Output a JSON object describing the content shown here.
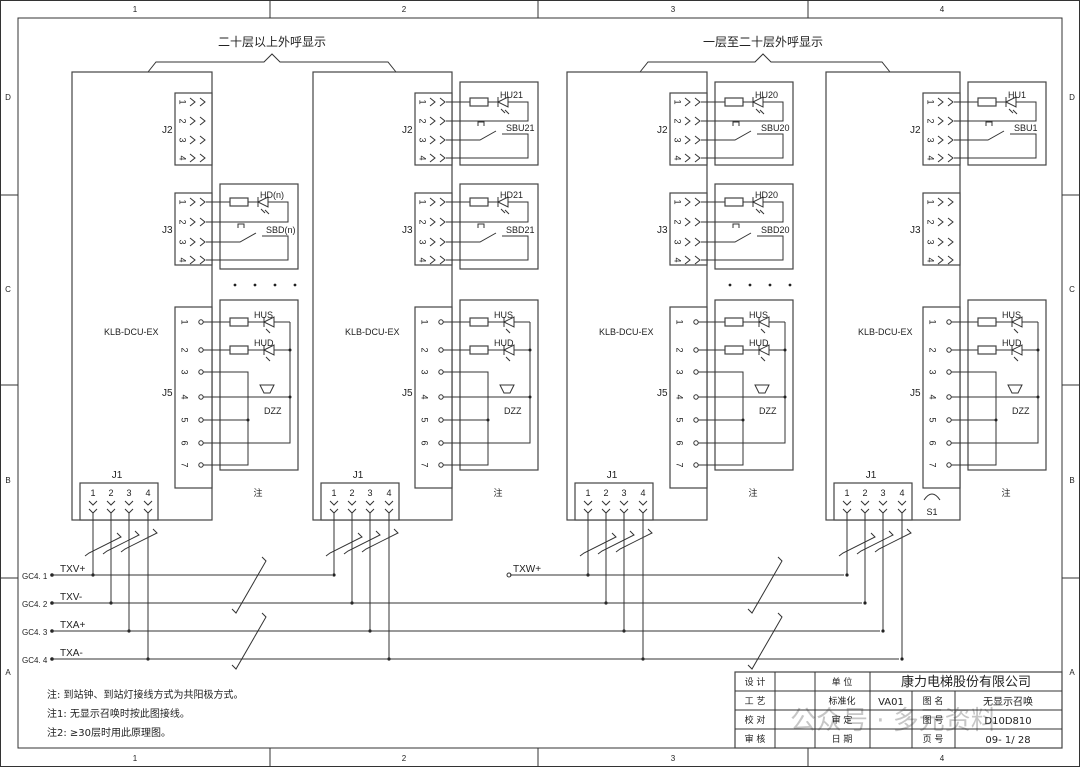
{
  "frame": {
    "columns": [
      "1",
      "2",
      "3",
      "4"
    ],
    "rows": [
      "D",
      "C",
      "B",
      "A"
    ]
  },
  "groups": [
    {
      "title": "二十层以上外呼显示"
    },
    {
      "title": "一层至二十层外呼显示"
    }
  ],
  "modules": [
    {
      "model": "KLB-DCU-EX",
      "j1": "J1",
      "j2": "J2",
      "j3": "J3",
      "j5": "J5",
      "j2_lamp": null,
      "j2_button": null,
      "j3_lamp": "HD(n)",
      "j3_button": "SBD(n)",
      "dots": true,
      "note": "注",
      "s1": null
    },
    {
      "model": "KLB-DCU-EX",
      "j1": "J1",
      "j2": "J2",
      "j3": "J3",
      "j5": "J5",
      "j2_lamp": "HU21",
      "j2_button": "SBU21",
      "j3_lamp": "HD21",
      "j3_button": "SBD21",
      "dots": false,
      "note": "注",
      "s1": null
    },
    {
      "model": "KLB-DCU-EX",
      "j1": "J1",
      "j2": "J2",
      "j3": "J3",
      "j5": "J5",
      "j2_lamp": "HU20",
      "j2_button": "SBU20",
      "j3_lamp": "HD20",
      "j3_button": "SBD20",
      "dots": true,
      "note": "注",
      "s1": null
    },
    {
      "model": "KLB-DCU-EX",
      "j1": "J1",
      "j2": "J2",
      "j3": "J3",
      "j5": "J5",
      "j2_lamp": "HU1",
      "j2_button": "SBU1",
      "j3_lamp": null,
      "j3_button": null,
      "dots": false,
      "note": "注",
      "s1": "S1"
    }
  ],
  "connector_pins": [
    "1",
    "2",
    "3",
    "4"
  ],
  "j5_pins": [
    "1",
    "2",
    "3",
    "4",
    "5",
    "6",
    "7"
  ],
  "j5_parts": {
    "lamp_up": "HUS",
    "lamp_down": "HUD",
    "buzzer": "DZZ"
  },
  "buses": [
    {
      "terminal": "GC4. 1",
      "signal": "TXV+"
    },
    {
      "terminal": "GC4. 2",
      "signal": "TXV-"
    },
    {
      "terminal": "GC4. 3",
      "signal": "TXA+"
    },
    {
      "terminal": "GC4. 4",
      "signal": "TXA-"
    }
  ],
  "bus_extra_signal": "TXW+",
  "notes": [
    "注:  到站钟、到站灯接线方式为共阳极方式。",
    "注1:  无显示召唤时按此图接线。",
    "注2:  ≥30层时用此原理图。"
  ],
  "title_block": {
    "design": "设 计",
    "craft": "工 艺",
    "proof": "校 对",
    "review": "审 核",
    "unit_label": "单 位",
    "unit": "康力电梯股份有限公司",
    "std_label": "标准化",
    "std": "VA01",
    "approve_label": "审 定",
    "date_label": "日 期",
    "name_label": "图 名",
    "name": "无显示召唤",
    "number_label": "图 号",
    "number": "D10D810",
    "page_label": "页 号",
    "page": "09- 1/ 28"
  },
  "watermark": "公众号 · 多元资料"
}
